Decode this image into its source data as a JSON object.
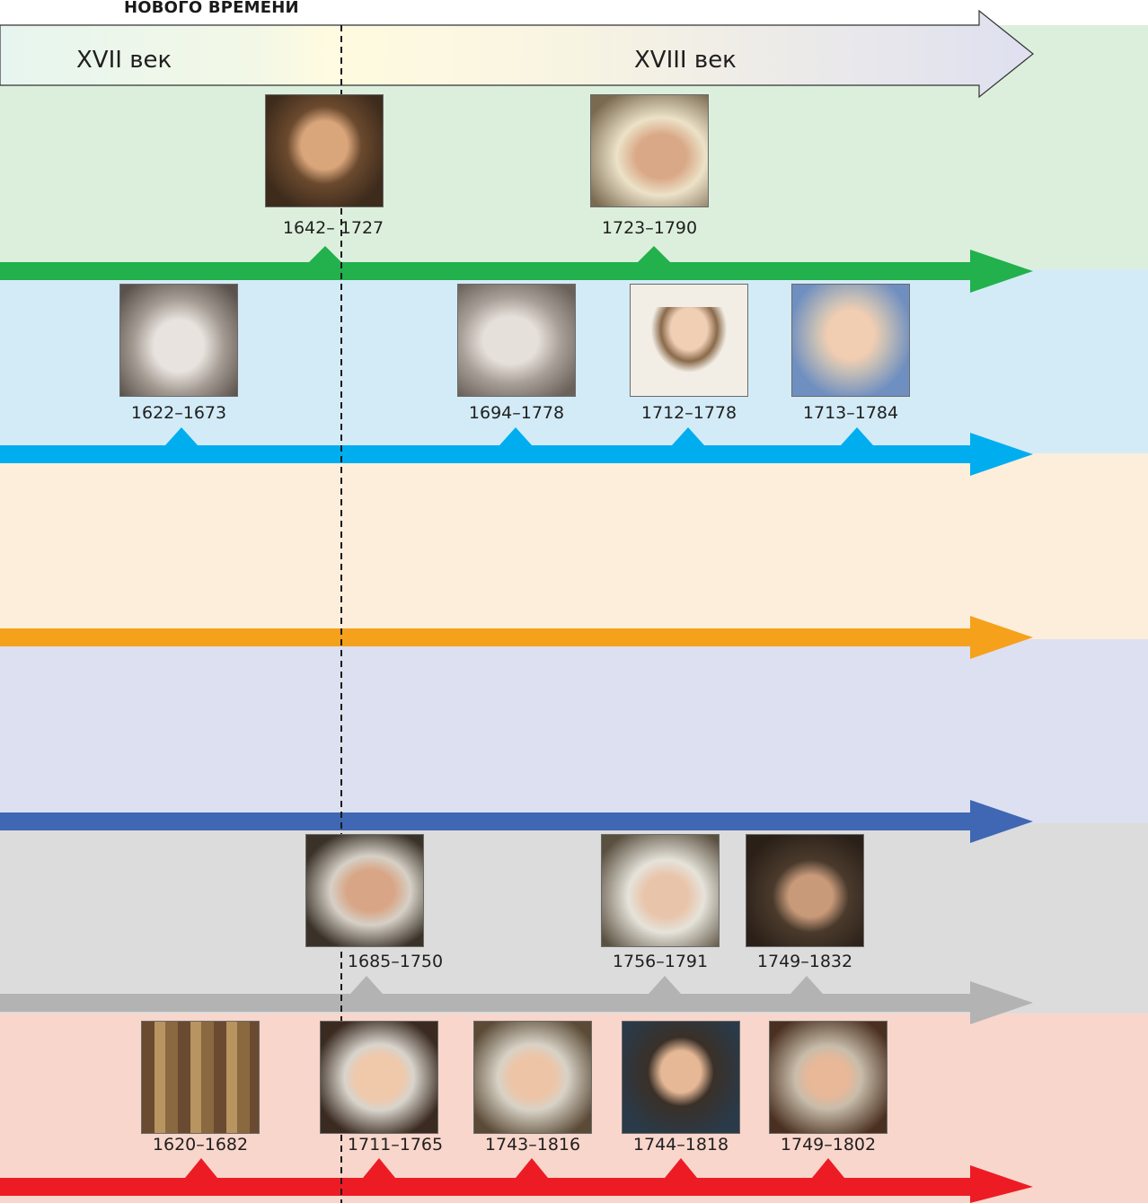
{
  "header": {
    "title": "НОВОГО ВРЕМЕНИ",
    "centuries": [
      "XVII век",
      "XVIII век"
    ]
  },
  "colors": {
    "row_green_bg": "#dcefdc",
    "row_green_arrow": "#22b14c",
    "row_blue_bg": "#d3ebf7",
    "row_blue_arrow": "#00aeef",
    "row_orange_bg": "#fdeedb",
    "row_orange_arrow": "#f5a11c",
    "row_violet_bg": "#dde0f0",
    "row_violet_arrow": "#3f67b3",
    "row_gray_bg": "#dcdcdc",
    "row_gray_arrow": "#b3b3b3",
    "row_red_bg": "#f8d6cc",
    "row_red_arrow": "#ed1c24"
  },
  "rows": [
    {
      "id": "green",
      "people": [
        {
          "years": "1642– 1727",
          "icon": "portrait-man-long-hair-icon"
        },
        {
          "years": "1723–1790",
          "icon": "portrait-man-white-wig-icon"
        }
      ]
    },
    {
      "id": "blue",
      "people": [
        {
          "years": "1622–1673",
          "icon": "portrait-sculpture-icon"
        },
        {
          "years": "1694–1778",
          "icon": "portrait-sculpture-old-man-icon"
        },
        {
          "years": "1712–1778",
          "icon": "portrait-man-blue-coat-icon"
        },
        {
          "years": "1713–1784",
          "icon": "portrait-man-gray-hair-icon"
        }
      ]
    },
    {
      "id": "orange",
      "people": []
    },
    {
      "id": "violet",
      "people": []
    },
    {
      "id": "gray",
      "people": [
        {
          "years": "1685–1750",
          "icon": "portrait-man-curly-wig-icon"
        },
        {
          "years": "1756–1791",
          "icon": "portrait-man-powdered-wig-icon"
        },
        {
          "years": "1749–1832",
          "icon": "portrait-man-dark-hair-icon"
        }
      ]
    },
    {
      "id": "red",
      "people": [
        {
          "years": "1620–1682",
          "icon": "portrait-icon-painting-icon"
        },
        {
          "years": "1711–1765",
          "icon": "portrait-man-wig-red-icon"
        },
        {
          "years": "1743–1816",
          "icon": "portrait-man-white-wig-icon"
        },
        {
          "years": "1744–1818",
          "icon": "portrait-man-dark-coat-icon"
        },
        {
          "years": "1749–1802",
          "icon": "portrait-man-powdered-hair-icon"
        }
      ]
    }
  ]
}
